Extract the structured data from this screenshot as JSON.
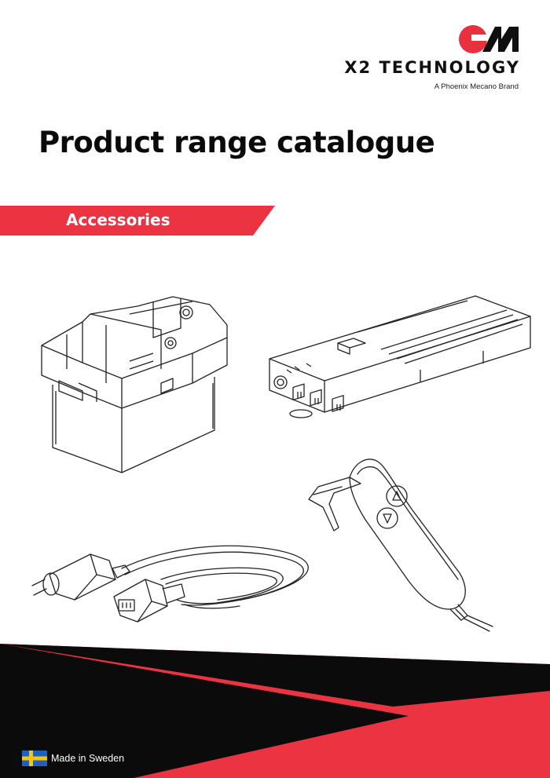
{
  "header": {
    "brand_name": "X2 TECHNOLOGY",
    "tagline": "A Phoenix Mecano Brand",
    "logo_color": "#e8303f"
  },
  "title": "Product range catalogue",
  "section_banner": {
    "label": "Accessories",
    "color": "#ec3342"
  },
  "illustrations": [
    {
      "name": "battery-box"
    },
    {
      "name": "control-box"
    },
    {
      "name": "power-cable"
    },
    {
      "name": "hand-control"
    }
  ],
  "footer": {
    "made_in": "Made in Sweden",
    "flag": "sweden-flag-icon",
    "colors": {
      "black": "#0b0b0b",
      "red": "#ec3342"
    }
  }
}
